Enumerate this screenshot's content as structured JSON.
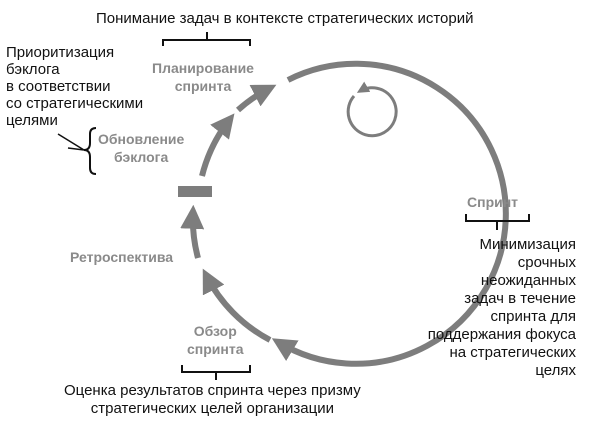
{
  "top_note": "Понимание задач в контексте стратегических историй",
  "left_note": "Приоритизация\nбэклога\nв соответствии\nсо стратегическими\nцелями",
  "stages": {
    "planning": "Планирование\nспринта",
    "backlog": "Обновление\nбэклога",
    "sprint": "Спринт",
    "retro": "Ретроспектива",
    "review": "Обзор\nспринта"
  },
  "right_note": "Минимизация\nсрочных\nнеожиданных\nзадач в течение\nспринта для\nподдержания фокуса\nна стратегических\nцелях",
  "bottom_note": "Оценка результатов спринта через призму\nстратегических целей организации",
  "colors": {
    "cycle": "#7d7d7d",
    "stage_text": "#8a8a8a",
    "note_text": "#111111"
  }
}
